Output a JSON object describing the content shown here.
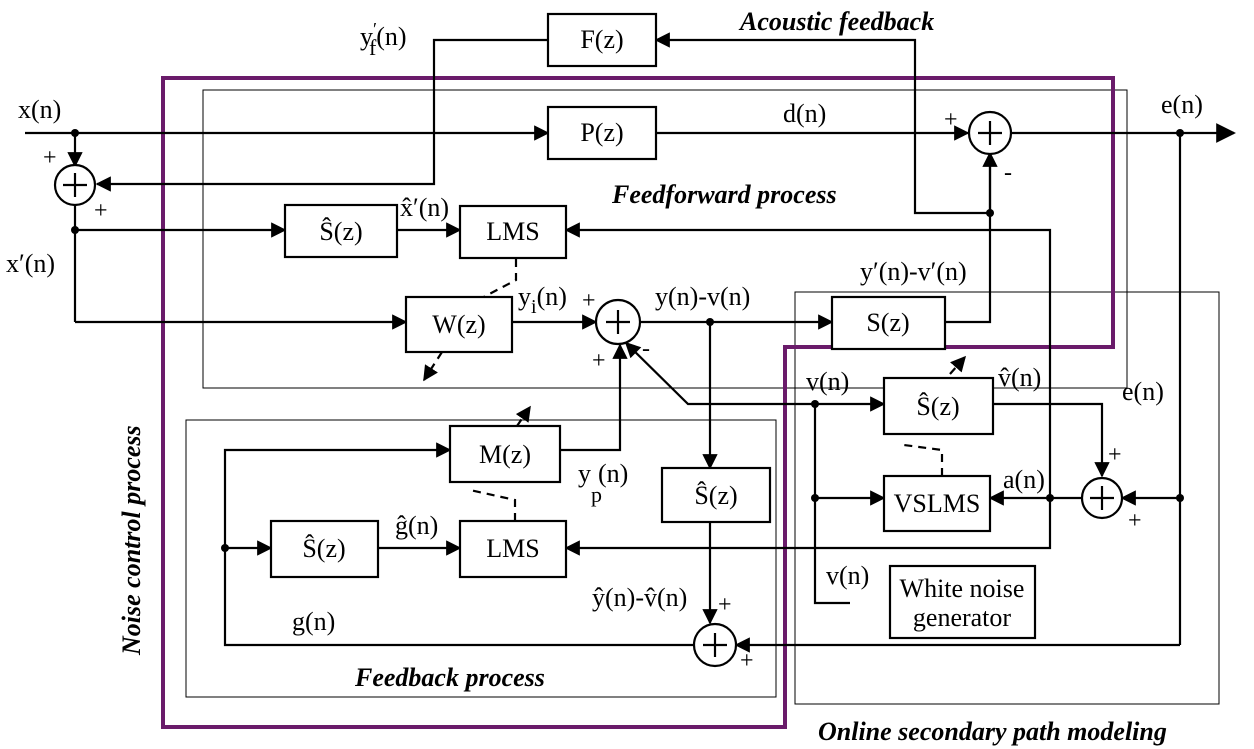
{
  "sections": {
    "acoustic_feedback": "Acoustic feedback",
    "feedforward": "Feedforward process",
    "feedback": "Feedback process",
    "noise_control": "Noise control process",
    "online_modeling": "Online secondary path modeling"
  },
  "blocks": {
    "F": "F(z)",
    "P": "P(z)",
    "S_hat_ff": "Ŝ(z)",
    "LMS_ff": "LMS",
    "W": "W(z)",
    "S": "S(z)",
    "S_hat_mod": "Ŝ(z)",
    "VSLMS": "VSLMS",
    "M": "M(z)",
    "S_hat_fb_vert": "Ŝ(z)",
    "S_hat_fb": "Ŝ(z)",
    "LMS_fb": "LMS",
    "white_noise_line1": "White noise",
    "white_noise_line2": "generator"
  },
  "signals": {
    "yf_base": "y",
    "yf_prime": "′",
    "yf_sub": "f",
    "yf_arg": "(n)",
    "x": "x(n)",
    "d": "d(n)",
    "e_top": "e(n)",
    "x_hat_prime": "x̂′(n)",
    "x_prime": "x′(n)",
    "yi_base": "y",
    "yi_sub": "i",
    "yi_arg": "(n)",
    "y_minus_v": "y(n)-v(n)",
    "yp_minus_vp": "y′(n)-v′(n)",
    "v1": "v(n)",
    "v_hat": "v̂(n)",
    "e_right": "e(n)",
    "a": "a(n)",
    "v2": "v(n)",
    "yp_base": "y",
    "yp_sub": "p",
    "yp_arg": "(n)",
    "g_hat": "ĝ(n)",
    "yhat_minus_vhat": "ŷ(n)-v̂(n)",
    "g": "g(n)"
  },
  "signs": {
    "plus": "+",
    "minus": "-"
  },
  "colors": {
    "region_outline": "#6a1b6a",
    "ink": "#000000"
  }
}
